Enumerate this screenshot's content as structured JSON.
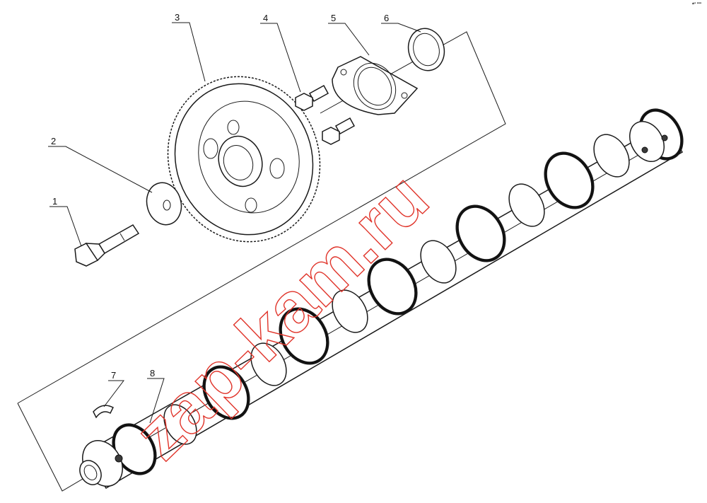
{
  "diagram": {
    "callouts": [
      {
        "id": "callout-1",
        "number": "1"
      },
      {
        "id": "callout-2",
        "number": "2"
      },
      {
        "id": "callout-3",
        "number": "3"
      },
      {
        "id": "callout-4",
        "number": "4"
      },
      {
        "id": "callout-5",
        "number": "5"
      },
      {
        "id": "callout-6",
        "number": "6"
      },
      {
        "id": "callout-7",
        "number": "7"
      },
      {
        "id": "callout-8",
        "number": "8"
      }
    ],
    "watermark": "zap-kam.ru",
    "corner_mark": "▴▪ ▪▪▪"
  }
}
